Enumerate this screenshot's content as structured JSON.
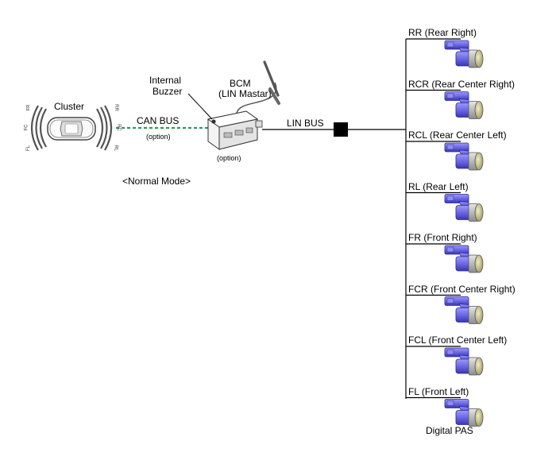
{
  "cluster": {
    "label": "Cluster",
    "zone_labels": {
      "fr": "FR",
      "fc": "FC",
      "fl": "FL",
      "rr": "RR",
      "rc": "RC",
      "rl": "RL"
    }
  },
  "can_bus": {
    "label": "CAN BUS",
    "option": "(option)",
    "color": "#2e9a5a"
  },
  "bcm": {
    "line1": "BCM",
    "line2": "(LIN Mastar)",
    "buzzer_line1": "Internal",
    "buzzer_line2": "Buzzer",
    "option": "(option)"
  },
  "lin_bus": {
    "label": "LIN BUS"
  },
  "mode_label": "<Normal Mode>",
  "sensors": [
    {
      "label": "RR (Rear Right)",
      "icon": "ultrasonic-sensor-icon"
    },
    {
      "label": "RCR (Rear Center Right)",
      "icon": "ultrasonic-sensor-icon"
    },
    {
      "label": "RCL (Rear Center Left)",
      "icon": "ultrasonic-sensor-icon"
    },
    {
      "label": "RL (Rear Left)",
      "icon": "ultrasonic-sensor-icon"
    },
    {
      "label": "FR (Front Right)",
      "icon": "ultrasonic-sensor-icon"
    },
    {
      "label": "FCR (Front  Center Right)",
      "icon": "ultrasonic-sensor-icon"
    },
    {
      "label": "FCL (Front  Center Left)",
      "icon": "ultrasonic-sensor-icon"
    },
    {
      "label": "FL (Front  Left)",
      "icon": "ultrasonic-sensor-icon"
    }
  ],
  "footer_label": "Digital PAS",
  "colors": {
    "sensor_body": "#6b68e8",
    "sensor_dark": "#3a36b0",
    "sensor_face": "#c8c39a",
    "sensor_ring": "#8a8a8a"
  }
}
